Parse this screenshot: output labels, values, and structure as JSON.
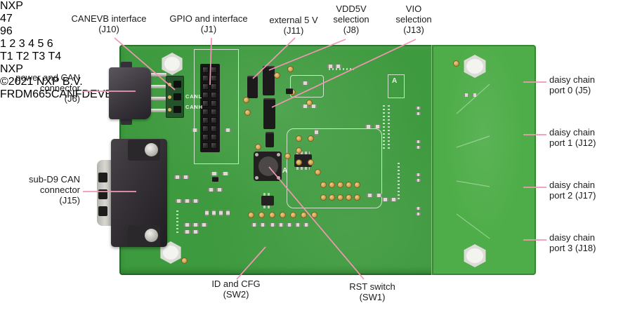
{
  "figure": {
    "type": "annotated-hardware-photo",
    "board_name": "FRDM665CANFDEVB"
  },
  "colors": {
    "background": "#ffffff",
    "pcb_main": "#3e9a3e",
    "pcb_right_section": "#4ead48",
    "leader_line": "#f197b2",
    "callout_text": "#1c1c1c",
    "silkscreen": "#ffffff",
    "connector_black": "#3b3739",
    "dip_beige": "#e9dfb5",
    "gold_pad": "#d8b060"
  },
  "callouts": {
    "top": [
      {
        "id": "J10",
        "lines": [
          "CANEVB interface",
          "(J10)"
        ]
      },
      {
        "id": "J1",
        "lines": [
          "GPIO and interface",
          "(J1)"
        ]
      },
      {
        "id": "J11",
        "lines": [
          "external 5 V",
          "(J11)"
        ]
      },
      {
        "id": "J8",
        "lines": [
          "VDD5V",
          "selection",
          "(J8)"
        ]
      },
      {
        "id": "J13",
        "lines": [
          "VIO",
          "selection",
          "(J13)"
        ]
      }
    ],
    "left": [
      {
        "id": "J6",
        "lines": [
          "power and CAN",
          "connector",
          "(J6)"
        ]
      },
      {
        "id": "J15",
        "lines": [
          "sub-D9 CAN",
          "connector",
          "(J15)"
        ]
      }
    ],
    "right": [
      {
        "id": "J5",
        "lines": [
          "daisy chain",
          "port 0 (J5)"
        ]
      },
      {
        "id": "J12",
        "lines": [
          "daisy chain",
          "port 1 (J12)"
        ]
      },
      {
        "id": "J17",
        "lines": [
          "daisy chain",
          "port 2 (J17)"
        ]
      },
      {
        "id": "J18",
        "lines": [
          "daisy chain",
          "port 3 (J18)"
        ]
      }
    ],
    "bottom": [
      {
        "id": "SW2",
        "lines": [
          "ID and CFG",
          "(SW2)"
        ]
      },
      {
        "id": "SW1",
        "lines": [
          "RST switch",
          "(SW1)"
        ]
      }
    ]
  },
  "board": {
    "silkscreen": {
      "canl": "CANL",
      "canh": "CANH",
      "marking_a": "A",
      "ic_logo": "NXP",
      "nxp_logo": "NXP",
      "copyright": "©2021 NXP B.V.",
      "board_name": "FRDM665CANFDEVB",
      "cap_value": "47",
      "reg_value": "96",
      "transformer_labels": [
        "T1",
        "T2",
        "T3",
        "T4"
      ],
      "dip_numbers": [
        "1",
        "2",
        "3",
        "4",
        "5",
        "6"
      ]
    },
    "icons": [
      "weee-crossed-bin-icon",
      "esd-warning-icon",
      "silkscreen-misc-icon"
    ]
  }
}
